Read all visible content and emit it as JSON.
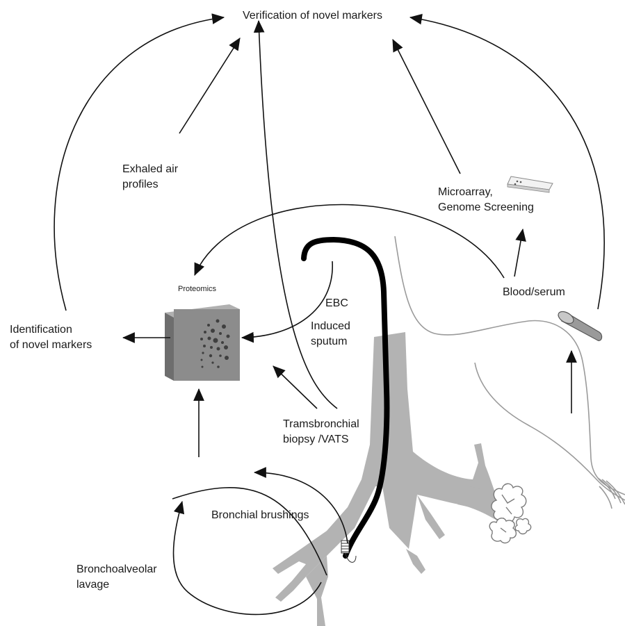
{
  "labels": {
    "verification": "Verification of novel markers",
    "exhaled_line1": "Exhaled air",
    "exhaled_line2": "profiles",
    "microarray_line1": "Microarray,",
    "microarray_line2": "Genome Screening",
    "proteomics": "Proteomics",
    "ebc": "EBC",
    "induced_line1": "Induced",
    "induced_line2": "sputum",
    "blood_serum": "Blood/serum",
    "identification_line1": "Identification",
    "identification_line2": "of novel markers",
    "transbronchial_line1": "Tramsbronchial",
    "transbronchial_line2": "biopsy /VATS",
    "bronchial_brushings": "Bronchial brushings",
    "bal_line1": "Bronchoalveolar",
    "bal_line2": "lavage"
  },
  "colors": {
    "line": "#111111",
    "airway": "#b3b3b3",
    "body_outline": "#9a9a9a",
    "scope": "#000000",
    "chip_front": "#8c8c8c",
    "chip_top": "#b0b0b0",
    "chip_side": "#6e6e6e"
  },
  "icons": [
    "proteomics-chip-icon",
    "microarray-slide-icon",
    "blood-tube-icon",
    "bronchoscope-icon",
    "lung-airway-icon",
    "arm-outline-icon",
    "alveoli-icon"
  ]
}
